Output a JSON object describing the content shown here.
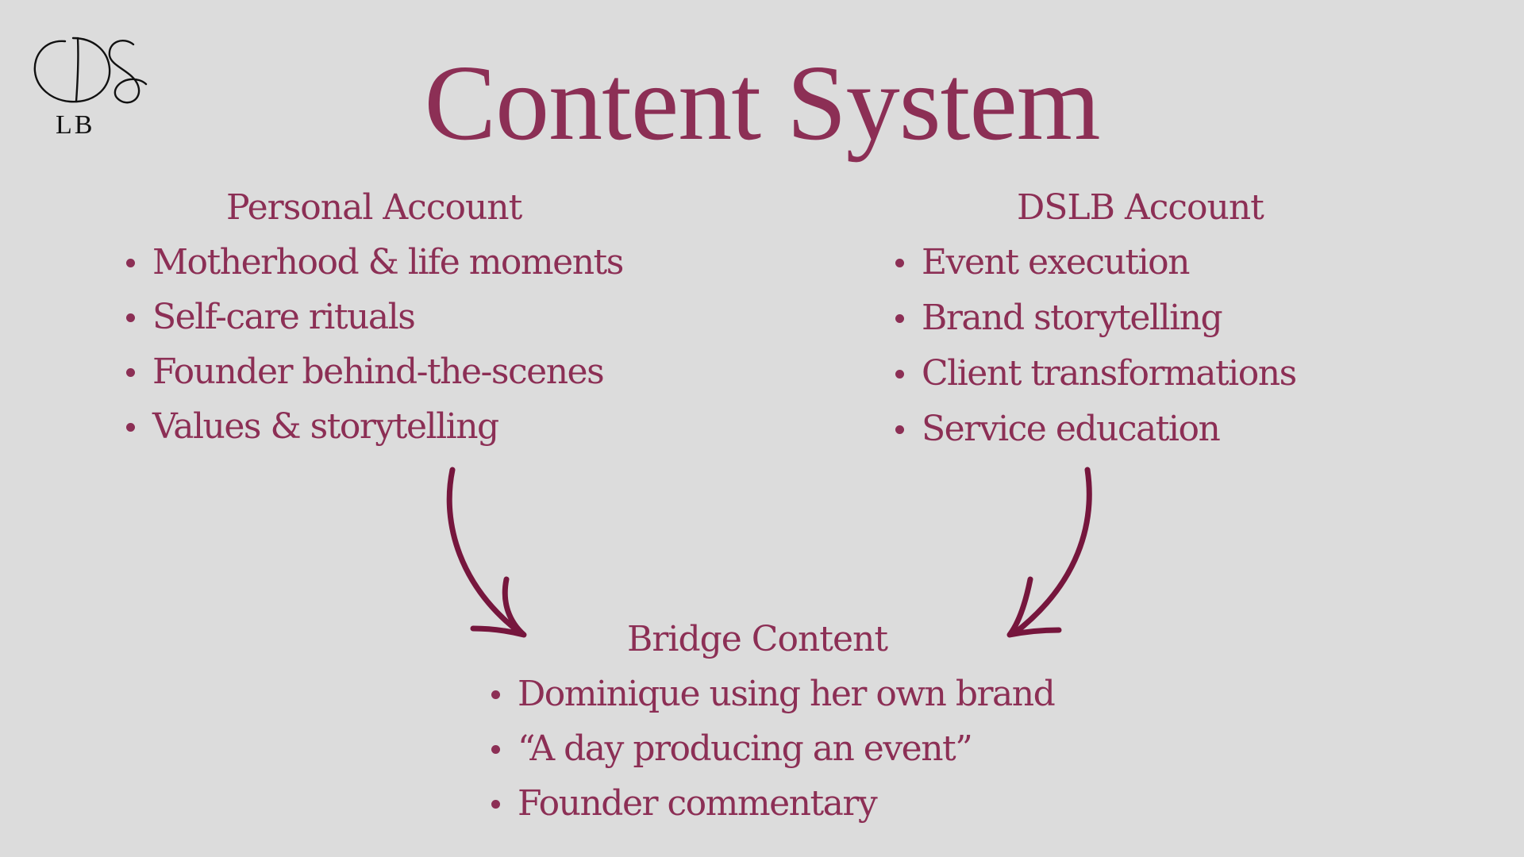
{
  "logo": {
    "monogram_top": "DS",
    "monogram_bottom": "LB"
  },
  "title": "Content System",
  "personal": {
    "heading": "Personal Account",
    "items": [
      "Motherhood & life moments",
      "Self-care rituals",
      "Founder behind-the-scenes",
      "Values & storytelling"
    ]
  },
  "dslb": {
    "heading": "DSLB Account",
    "items": [
      "Event execution",
      "Brand storytelling",
      "Client transformations",
      "Service education"
    ]
  },
  "bridge": {
    "heading": "Bridge Content",
    "items": [
      "Dominique using her own brand",
      "“A day producing an event”",
      "Founder commentary"
    ]
  },
  "colors": {
    "background": "#dcdcdc",
    "text": "#8c2f55",
    "arrow": "#76163d",
    "logo": "#111111"
  },
  "icons": {
    "bullet": "bullet-dot-icon",
    "connector_left": "curved-arrow-down-right-icon",
    "connector_right": "curved-arrow-down-left-icon"
  }
}
